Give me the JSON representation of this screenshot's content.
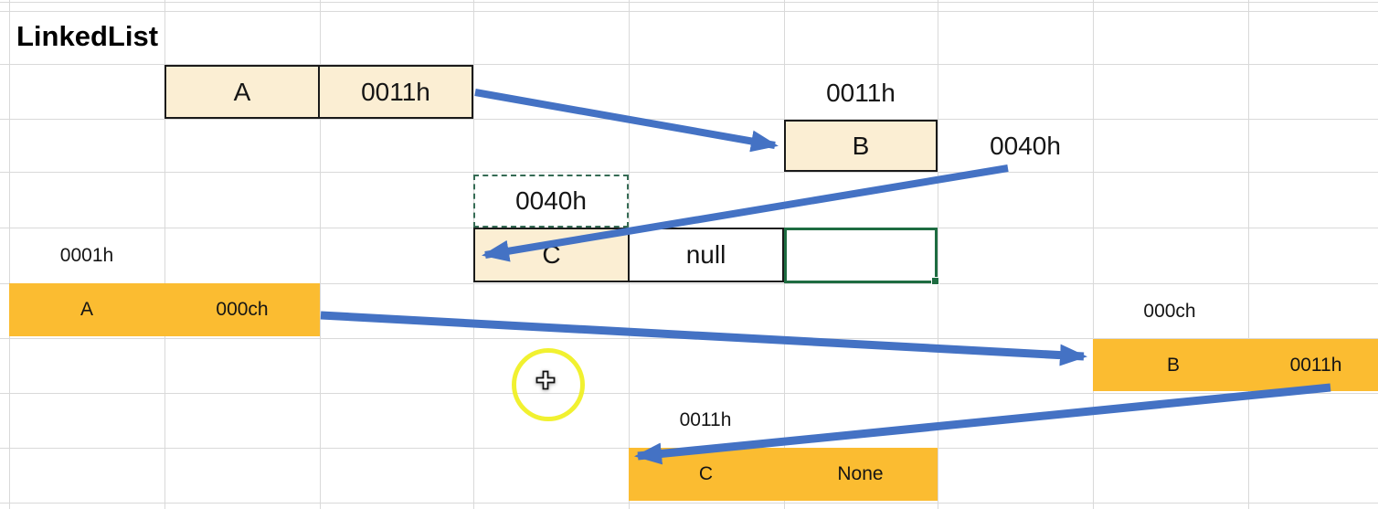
{
  "title": "LinkedList",
  "top_list": {
    "node_a": {
      "value": "A",
      "next": "0011h"
    },
    "node_b": {
      "address": "0011h",
      "value": "B",
      "next": "0040h"
    },
    "clipboard_box": {
      "text": "0040h"
    },
    "node_c": {
      "value": "C",
      "next": "null"
    }
  },
  "bottom_list": {
    "node_a": {
      "address": "0001h",
      "value": "A",
      "next": "000ch"
    },
    "node_b": {
      "address": "000ch",
      "value": "B",
      "next": "0011h"
    },
    "node_c": {
      "address": "0011h",
      "value": "C",
      "next": "None"
    }
  },
  "colors": {
    "node_fill_top": "#fbeed3",
    "node_fill_bottom": "#fbbc31",
    "arrow_blue": "#4472c4",
    "dashed_border_green": "#356b54",
    "selection_green": "#1e6c41",
    "gridline_gray": "#d9d9d9",
    "cursor_halo_yellow": "#f0f019"
  },
  "cursor": {
    "icon": "excel-plus-cursor",
    "highlight": "yellow-circle-highlight"
  }
}
